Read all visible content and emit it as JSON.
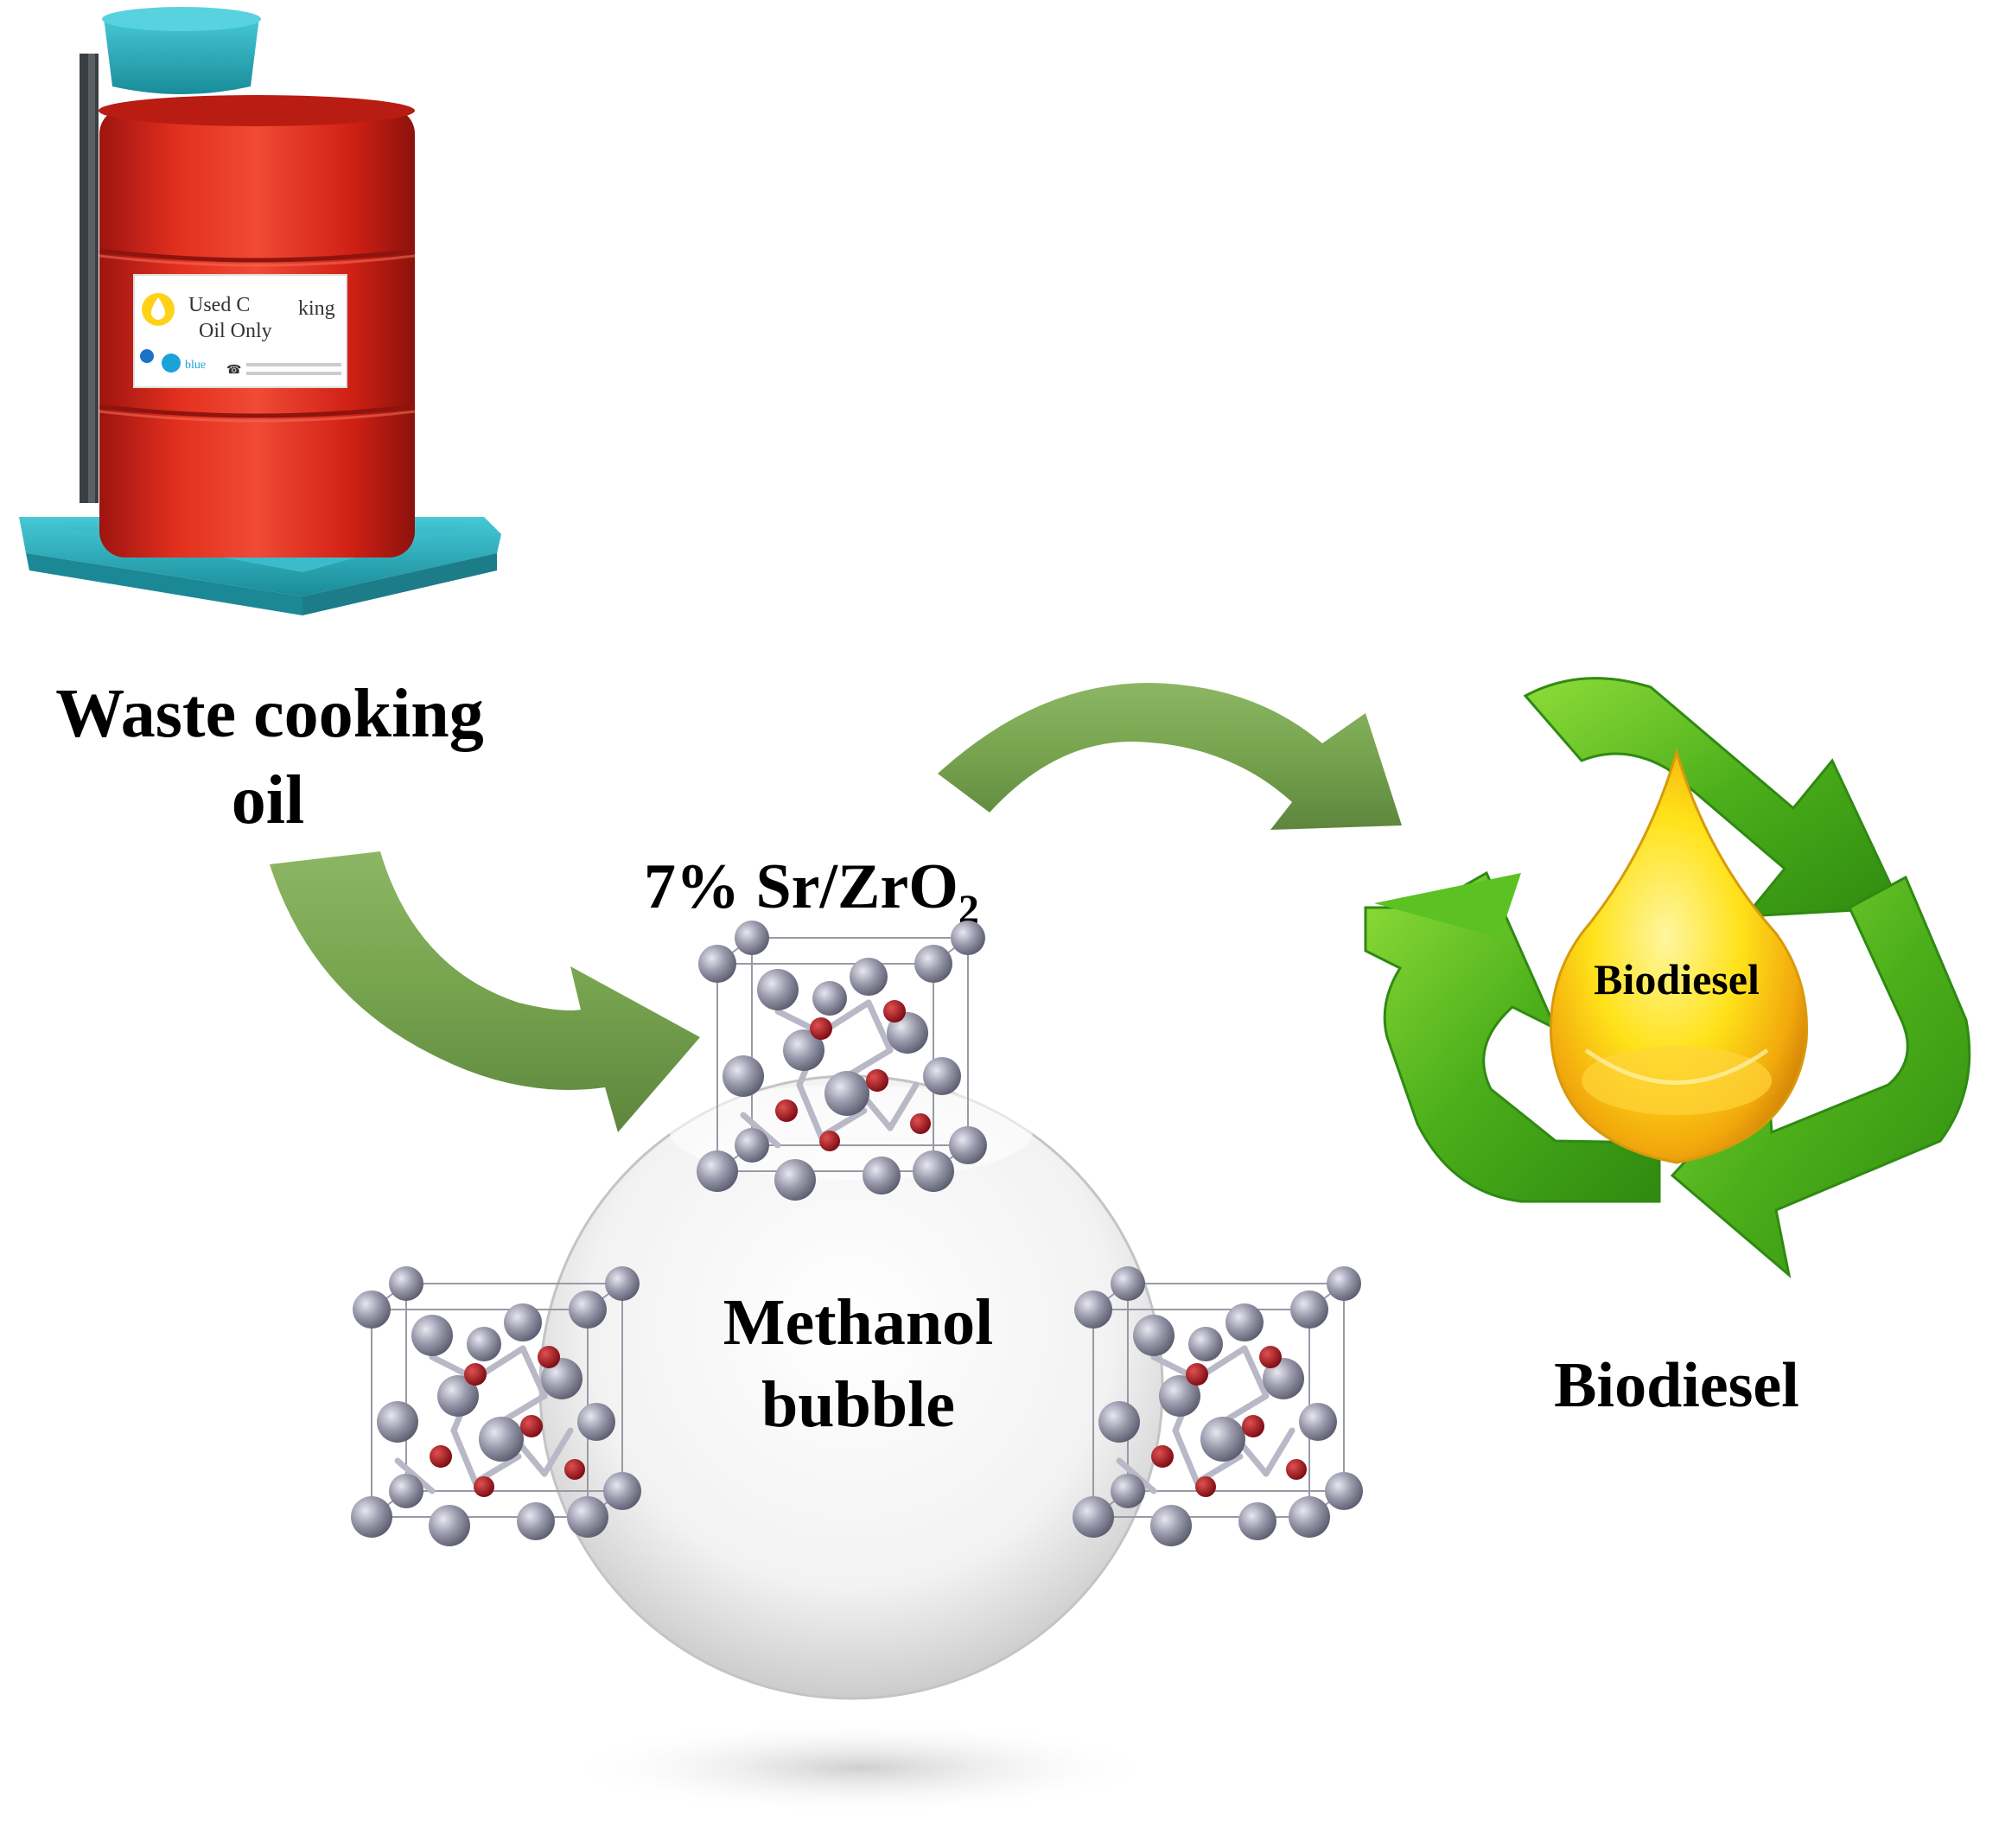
{
  "barrel": {
    "sign_line1": "Used C",
    "sign_line1b": "king",
    "sign_line2": "Oil Only",
    "sign_logo": "blue"
  },
  "labels": {
    "waste_line1": "Waste cooking",
    "waste_line2": "oil",
    "catalyst_main": "7% Sr/ZrO",
    "catalyst_sub": "2",
    "bubble_line1": "Methanol",
    "bubble_line2": "bubble",
    "drop_label": "Biodiesel",
    "product_label": "Biodiesel"
  },
  "colors": {
    "arrow_green": "#6f9e45",
    "recycle_green": "#4caf1a",
    "barrel_red": "#d8231b",
    "stand_teal": "#2ab3c2",
    "drop_yellow": "#ffd81a",
    "atom_grey": "#8c8ca0",
    "atom_red": "#a0141e"
  },
  "icons": [
    "oil-barrel-icon",
    "process-arrow-icon",
    "crystal-lattice-icon",
    "recycle-icon",
    "oil-drop-icon"
  ]
}
